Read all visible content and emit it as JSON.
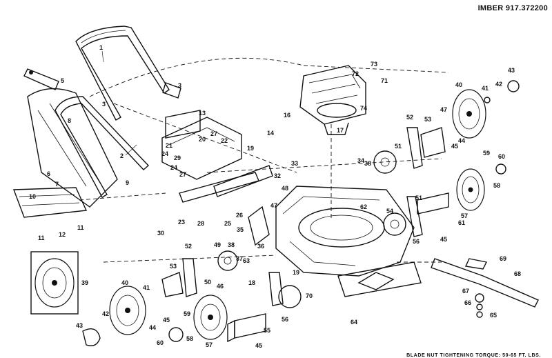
{
  "header": {
    "model_number": "IMBER 917.372200",
    "torque_note": "BLADE NUT TIGHTENING TORQUE: 50-65 FT. LBS."
  },
  "diagram": {
    "part_numbers": [
      "1",
      "2",
      "3",
      "3",
      "5",
      "6",
      "7",
      "8",
      "9",
      "10",
      "11",
      "11",
      "12",
      "13",
      "14",
      "16",
      "17",
      "18",
      "19",
      "19",
      "20",
      "21",
      "22",
      "23",
      "24",
      "24",
      "25",
      "26",
      "27",
      "27",
      "28",
      "29",
      "30",
      "32",
      "33",
      "34",
      "35",
      "36",
      "37",
      "38",
      "38",
      "39",
      "40",
      "40",
      "41",
      "41",
      "42",
      "42",
      "43",
      "43",
      "44",
      "44",
      "45",
      "45",
      "45",
      "45",
      "46",
      "47",
      "47",
      "48",
      "49",
      "50",
      "51",
      "51",
      "52",
      "52",
      "53",
      "53",
      "54",
      "55",
      "56",
      "56",
      "57",
      "57",
      "58",
      "58",
      "59",
      "59",
      "60",
      "60",
      "61",
      "62",
      "63",
      "64",
      "65",
      "66",
      "67",
      "68",
      "69",
      "70",
      "71",
      "72",
      "73",
      "74"
    ],
    "colors": {
      "ink": "#111111",
      "paper": "#ffffff"
    }
  }
}
